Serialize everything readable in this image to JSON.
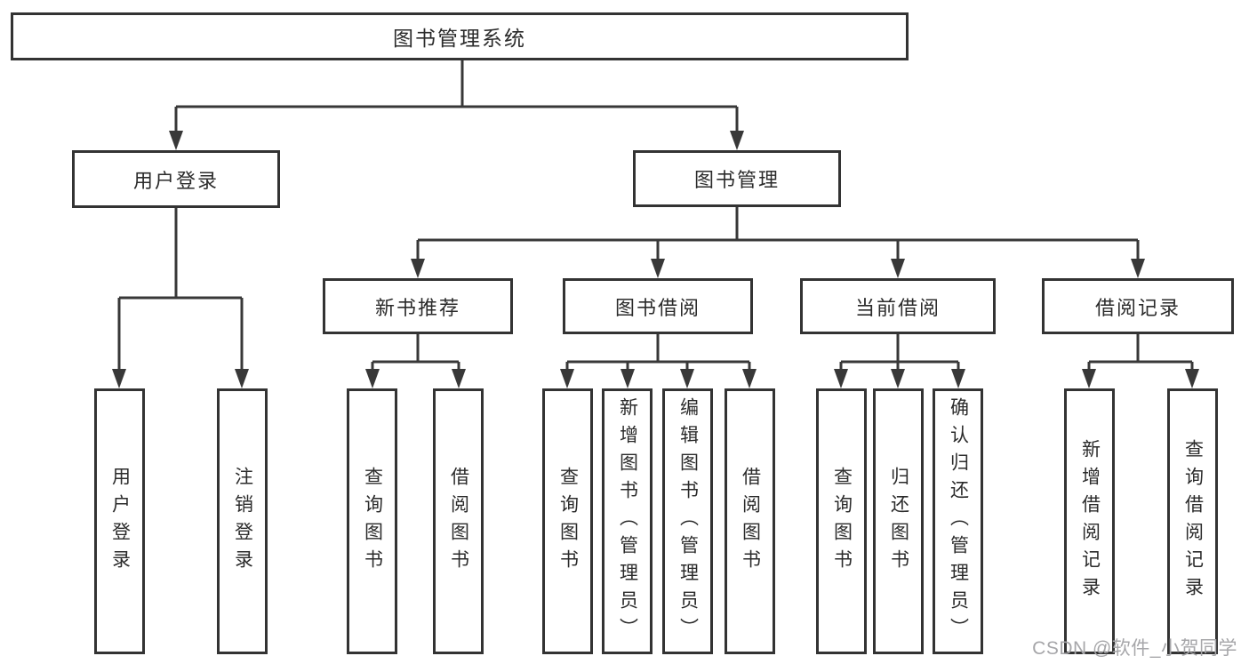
{
  "tree": {
    "label": "图书管理系统",
    "children": [
      {
        "label": "用户登录",
        "children": [
          {
            "label": "用户登录"
          },
          {
            "label": "注销登录"
          }
        ]
      },
      {
        "label": "图书管理",
        "children": [
          {
            "label": "新书推荐",
            "children": [
              {
                "label": "查询图书"
              },
              {
                "label": "借阅图书"
              }
            ]
          },
          {
            "label": "图书借阅",
            "children": [
              {
                "label": "查询图书"
              },
              {
                "label": "新增图书（管理员）"
              },
              {
                "label": "编辑图书（管理员）"
              },
              {
                "label": "借阅图书"
              }
            ]
          },
          {
            "label": "当前借阅",
            "children": [
              {
                "label": "查询图书"
              },
              {
                "label": "归还图书"
              },
              {
                "label": "确认归还（管理员）"
              }
            ]
          },
          {
            "label": "借阅记录",
            "children": [
              {
                "label": "新增借阅记录"
              },
              {
                "label": "查询借阅记录"
              }
            ]
          }
        ]
      }
    ]
  },
  "watermark": {
    "text": "CSDN @软件_小贺同学"
  },
  "colors": {
    "line": "#383838",
    "box_border": "#333333",
    "text": "#2b2b2b",
    "background": "#ffffff",
    "watermark": "#a6a6a9"
  }
}
